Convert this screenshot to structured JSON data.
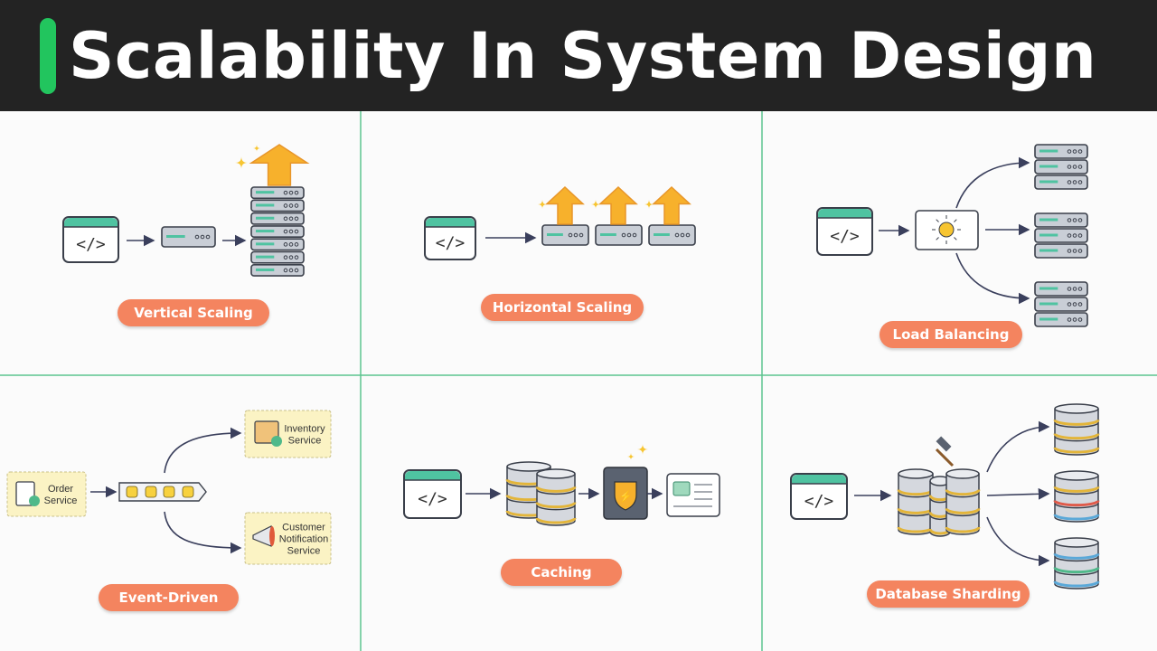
{
  "header": {
    "title": "Scalability In System Design",
    "accent_color": "#22c55e"
  },
  "code_glyph": "</>",
  "panels": {
    "vertical": {
      "label": "Vertical Scaling"
    },
    "horizontal": {
      "label": "Horizontal Scaling"
    },
    "load_balancing": {
      "label": "Load Balancing"
    },
    "event_driven": {
      "label": "Event-Driven",
      "order_service": [
        "Order",
        "Service"
      ],
      "inventory_service": [
        "Inventory",
        "Service"
      ],
      "notification_service": [
        "Customer",
        "Notification",
        "Service"
      ]
    },
    "caching": {
      "label": "Caching"
    },
    "sharding": {
      "label": "Database Sharding"
    }
  },
  "colors": {
    "pill": "#f4845f",
    "grid_line": "#5cc48f",
    "browser_bar": "#4fc3a1",
    "arrow_up": "#f7b12c",
    "service_box": "#fbf3c4"
  }
}
